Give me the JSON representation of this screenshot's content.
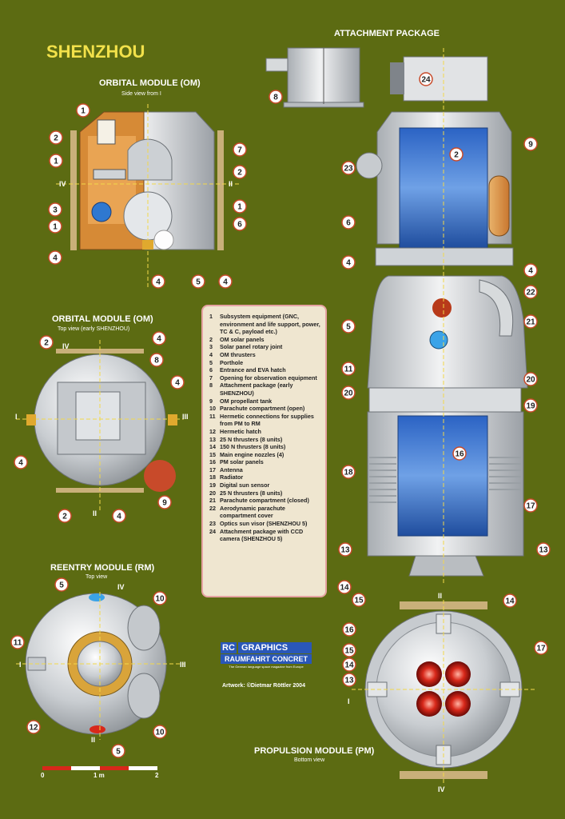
{
  "title": "SHENZHOU",
  "sections": {
    "attachment": "ATTACHMENT PACKAGE",
    "om_side": "ORBITAL MODULE (OM)",
    "om_side_sub": "Side view from I",
    "om_top": "ORBITAL MODULE (OM)",
    "om_top_sub": "Top view (early SHENZHOU)",
    "rm": "REENTRY MODULE (RM)",
    "rm_sub": "Top view",
    "pm": "PROPULSION MODULE (PM)",
    "pm_sub": "Bottom view"
  },
  "legend": [
    {
      "num": "1",
      "text": "Subsystem equipment (GNC, environment and life support, power, TC & C, payload etc.)"
    },
    {
      "num": "2",
      "text": "OM solar panels"
    },
    {
      "num": "3",
      "text": "Solar panel rotary joint"
    },
    {
      "num": "4",
      "text": "OM thrusters"
    },
    {
      "num": "5",
      "text": "Porthole"
    },
    {
      "num": "6",
      "text": "Entrance and EVA hatch"
    },
    {
      "num": "7",
      "text": "Opening for observation equipment"
    },
    {
      "num": "8",
      "text": "Attachment package (early SHENZHOU)"
    },
    {
      "num": "9",
      "text": "OM propellant tank"
    },
    {
      "num": "10",
      "text": "Parachute compartment (open)"
    },
    {
      "num": "11",
      "text": "Hermetic connections for supplies from PM to RM"
    },
    {
      "num": "12",
      "text": "Hermetic hatch"
    },
    {
      "num": "13",
      "text": "25 N thrusters (8 units)"
    },
    {
      "num": "14",
      "text": "150 N thrusters (8 units)"
    },
    {
      "num": "15",
      "text": "Main engine nozzles (4)"
    },
    {
      "num": "16",
      "text": "PM solar panels"
    },
    {
      "num": "17",
      "text": "Antenna"
    },
    {
      "num": "18",
      "text": "Radiator"
    },
    {
      "num": "19",
      "text": "Digital sun sensor"
    },
    {
      "num": "20",
      "text": "25 N thrusters (8 units)"
    },
    {
      "num": "21",
      "text": "Parachute compartment (closed)"
    },
    {
      "num": "22",
      "text": "Aerodynamic parachute compartment cover"
    },
    {
      "num": "23",
      "text": "Optics sun visor (SHENZHOU 5)"
    },
    {
      "num": "24",
      "text": "Attachment package with CCD camera (SHENZHOU 5)"
    }
  ],
  "logo": {
    "mark": "RC",
    "graphics": "GRAPHICS",
    "brand": "RAUMFAHRT CONCRET",
    "tagline": "The German language space magazine from Europe"
  },
  "artwork": "Artwork: ©Dietmar Röttler 2004",
  "axis_labels": {
    "i": "I",
    "ii": "II",
    "iii": "III",
    "iv": "IV"
  },
  "scale": {
    "zero": "0",
    "mid": "1 m",
    "end": "2"
  },
  "callouts": {
    "c1": "1",
    "c2": "2",
    "c3": "3",
    "c4": "4",
    "c5": "5",
    "c6": "6",
    "c7": "7",
    "c8": "8",
    "c9": "9",
    "c10": "10",
    "c11": "11",
    "c12": "12",
    "c13": "13",
    "c14": "14",
    "c15": "15",
    "c16": "16",
    "c17": "17",
    "c18": "18",
    "c19": "19",
    "c20": "20",
    "c21": "21",
    "c22": "22",
    "c23": "23",
    "c24": "24"
  },
  "colors": {
    "background": "#5c6b12",
    "title": "#f2e14a",
    "module_body": "#d9dcdf",
    "solar_panel": "#2f5fb0",
    "callout_fill": "#ffffff",
    "callout_stroke": "#c84a2a",
    "leader": "#f08a8a",
    "legend_bg": "#efe6d0"
  }
}
